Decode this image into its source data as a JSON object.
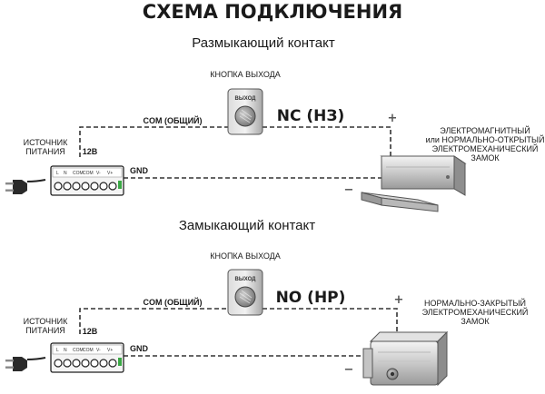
{
  "title": "СХЕМА ПОДКЛЮЧЕНИЯ",
  "sections": [
    {
      "heading": "Размыкающий контакт",
      "button_label": "КНОПКА ВЫХОДА",
      "button_face": "ВЫХОД",
      "com_label": "COM (ОБЩИЙ)",
      "contact_label": "NC (НЗ)",
      "power_label_1": "ИСТОЧНИК",
      "power_label_2": "ПИТАНИЯ",
      "voltage": "12В",
      "gnd_label": "GND",
      "plus": "+",
      "minus": "−",
      "lock_lines": [
        "ЭЛЕКТРОМАГНИТНЫЙ",
        "или НОРМАЛЬНО-ОТКРЫТЫЙ",
        "ЭЛЕКТРОМЕХАНИЧЕСКИЙ",
        "ЗАМОК"
      ],
      "terminal_labels": [
        "L",
        "N",
        "COM",
        "COM",
        "V-",
        "V+"
      ]
    },
    {
      "heading": "Замыкающий контакт",
      "button_label": "КНОПКА ВЫХОДА",
      "button_face": "ВЫХОД",
      "com_label": "COM (ОБЩИЙ)",
      "contact_label": "NO (НР)",
      "power_label_1": "ИСТОЧНИК",
      "power_label_2": "ПИТАНИЯ",
      "voltage": "12В",
      "gnd_label": "GND",
      "plus": "+",
      "minus": "−",
      "lock_lines": [
        "НОРМАЛЬНО-ЗАКРЫТЫЙ",
        "ЭЛЕКТРОМЕХАНИЧЕСКИЙ",
        "ЗАМОК"
      ],
      "terminal_labels": [
        "L",
        "N",
        "COM",
        "COM",
        "V-",
        "V+"
      ]
    }
  ],
  "colors": {
    "led": "#3aa845",
    "ink": "#1a1a1a"
  }
}
